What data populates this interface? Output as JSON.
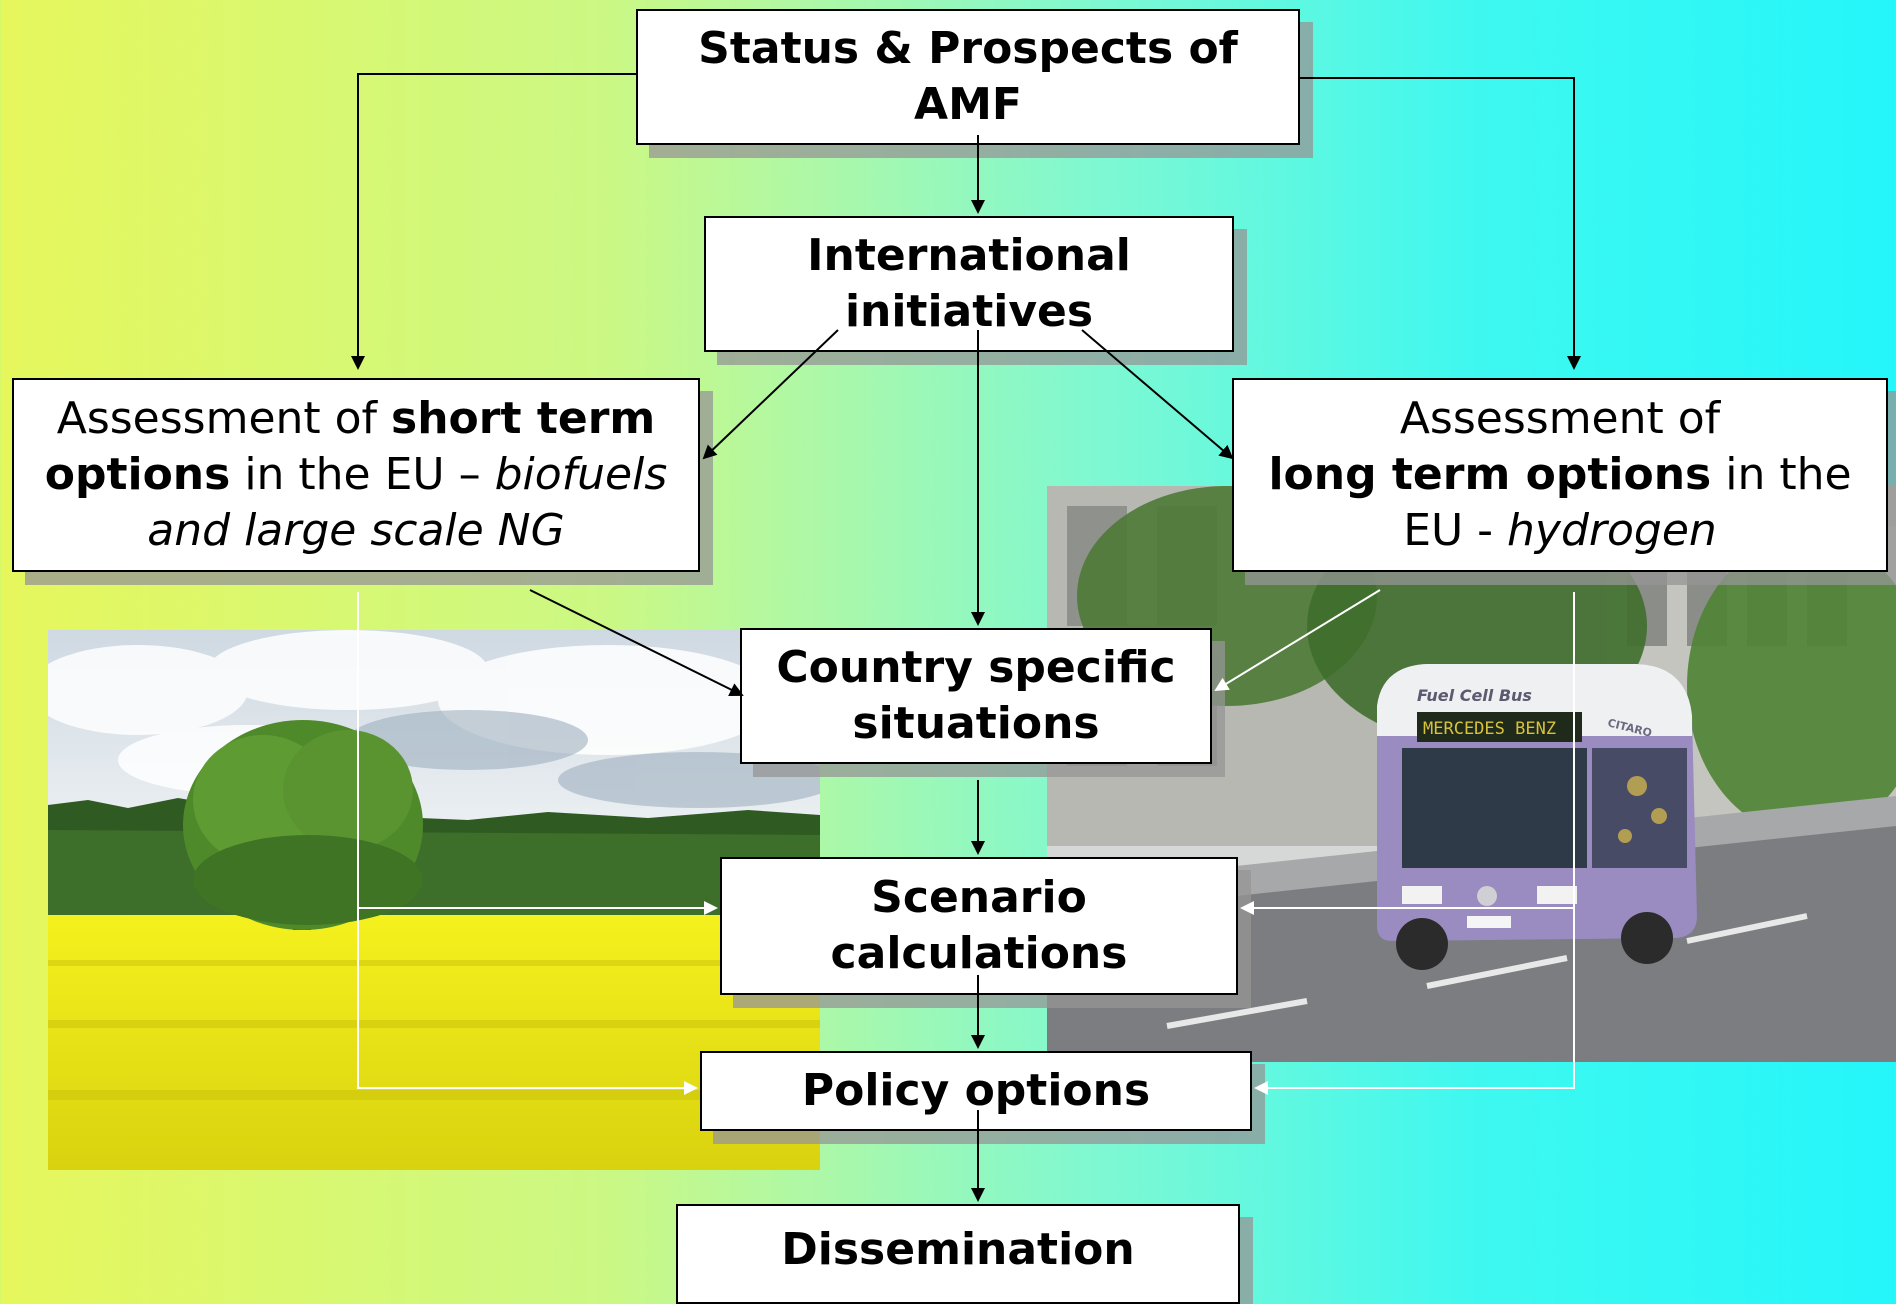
{
  "boxes": {
    "status": {
      "line1": "Status & Prospects of",
      "line2": "AMF"
    },
    "international": {
      "line1": "International",
      "line2": "initiatives"
    },
    "short_term": {
      "pre": "Assessment of ",
      "bold1": "short term",
      "bold2": "options",
      "mid": " in the EU – ",
      "italic1": "biofuels",
      "italic2": "and large scale NG"
    },
    "long_term": {
      "line1": "Assessment of",
      "bold": "long term options",
      "post": " in the",
      "pre3": "EU - ",
      "italic": "hydrogen"
    },
    "country": {
      "line1": "Country specific",
      "line2": "situations"
    },
    "scenario": {
      "line1": "Scenario",
      "line2": "calculations"
    },
    "policy": {
      "line1": "Policy options"
    },
    "dissemination": {
      "line1": "Dissemination"
    }
  },
  "photos": {
    "bus": {
      "sign_top": "Fuel Cell Bus",
      "sign_dest": "MERCEDES BENZ",
      "side": "CITARO"
    }
  },
  "colors": {
    "connector_dark": "#000000",
    "connector_light": "#ffffff",
    "rapeseed": "#f2ef1a",
    "bus_body": "#9a8bc0"
  }
}
